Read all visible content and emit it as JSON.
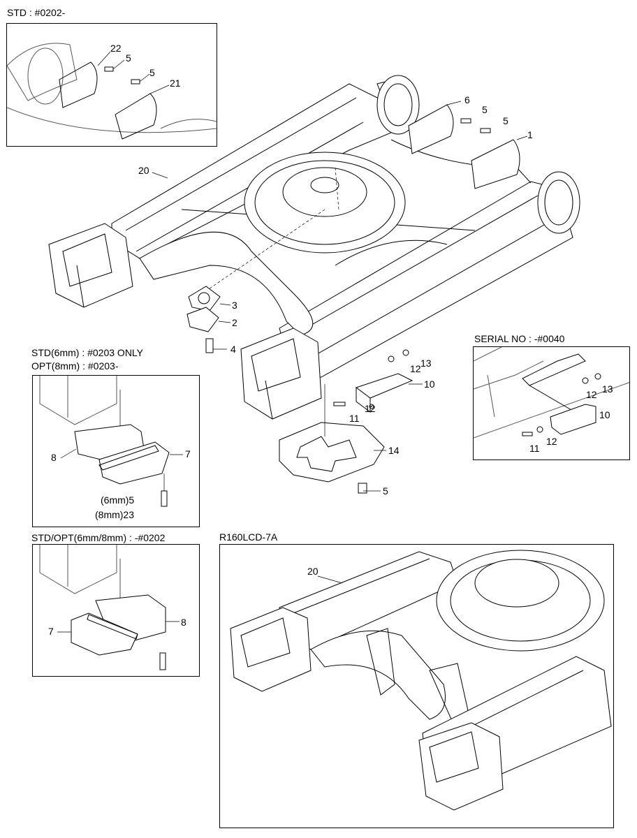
{
  "captions": {
    "std_0202": "STD : #0202-",
    "std_6mm": "STD(6mm) : #0203 ONLY",
    "opt_8mm": "OPT(8mm) : #0203-",
    "serial_no": "SERIAL NO : -#0040",
    "std_opt_0202": "STD/OPT(6mm/8mm) : -#0202",
    "model": "R160LCD-7A"
  },
  "main_labels": {
    "p1": "1",
    "p2": "2",
    "p3": "3",
    "p4": "4",
    "p5a": "5",
    "p5b": "5",
    "p5c": "5",
    "p6": "6",
    "p10": "10",
    "p11": "11",
    "p12a": "12",
    "p12b": "12",
    "p13": "13",
    "p14": "14",
    "p20": "20"
  },
  "inset_top_labels": {
    "p22": "22",
    "p5a": "5",
    "p5b": "5",
    "p21": "21"
  },
  "inset_6mm_labels": {
    "p8": "8",
    "p7": "7",
    "mm6": "(6mm)5",
    "mm8": "(8mm)23"
  },
  "inset_serial_labels": {
    "p13": "13",
    "p12a": "12",
    "p10": "10",
    "p12b": "12",
    "p11": "11"
  },
  "inset_0202_labels": {
    "p7": "7",
    "p8": "8"
  },
  "inset_model_labels": {
    "p20": "20"
  }
}
